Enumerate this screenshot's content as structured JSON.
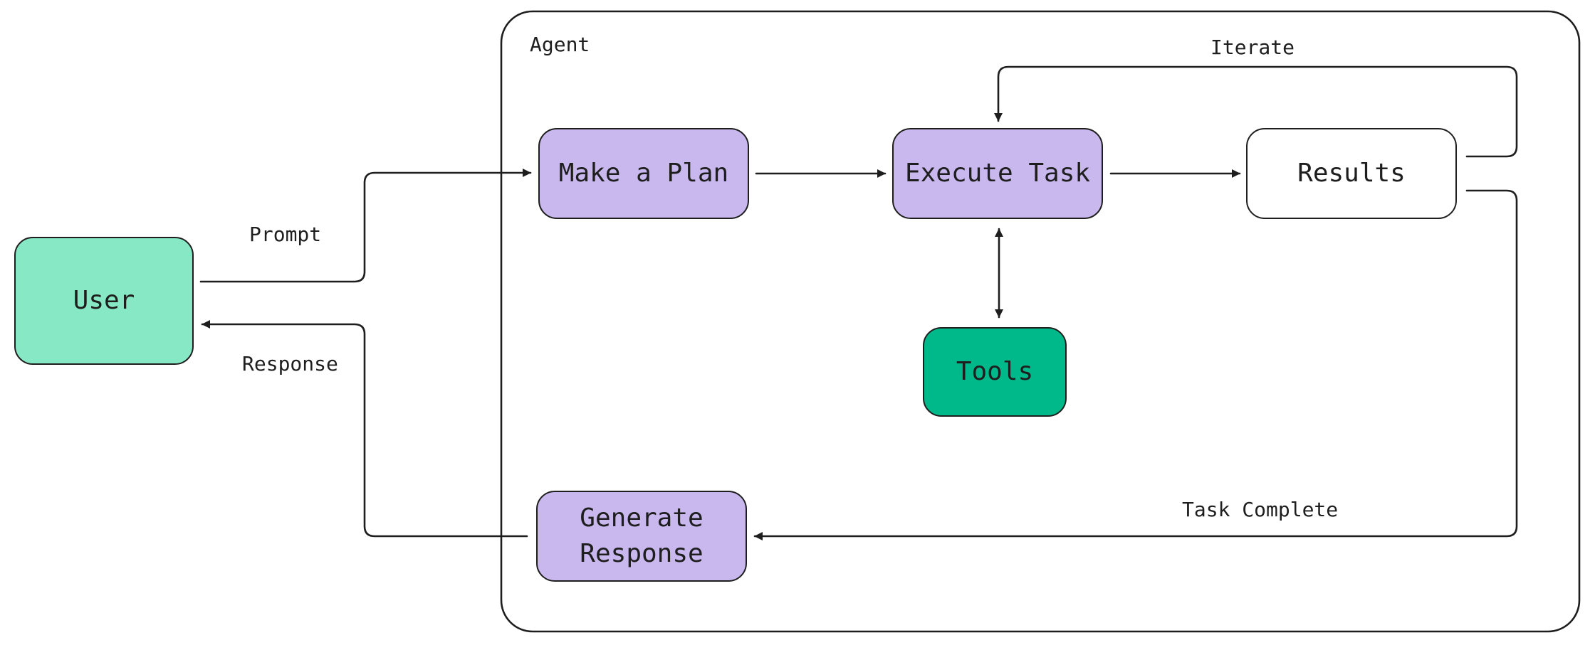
{
  "colors": {
    "stroke": "#1e1e1e",
    "user_fill": "#86e8c4",
    "step_fill": "#c9b8ee",
    "tools_fill": "#00b98b",
    "results_fill": "#ffffff"
  },
  "group": {
    "label": "Agent"
  },
  "nodes": {
    "user": "User",
    "make_plan": "Make a Plan",
    "execute_task": "Execute Task",
    "results": "Results",
    "tools": "Tools",
    "generate_response": "Generate\nResponse"
  },
  "edges": {
    "prompt": "Prompt",
    "response": "Response",
    "iterate": "Iterate",
    "task_complete": "Task Complete"
  }
}
